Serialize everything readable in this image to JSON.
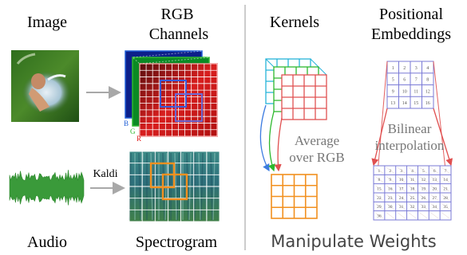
{
  "left": {
    "image_label": "Image",
    "rgb_label_line1": "RGB",
    "rgb_label_line2": "Channels",
    "audio_label": "Audio",
    "spectrogram_label": "Spectrogram",
    "kaldi_label": "Kaldi",
    "channel_b": "B",
    "channel_g": "G",
    "channel_r": "R"
  },
  "right": {
    "kernels_label": "Kernels",
    "pos_label_line1": "Positional",
    "pos_label_line2": "Embeddings",
    "average_line1": "Average",
    "average_line2": "over RGB",
    "bilinear_line1": "Bilinear",
    "bilinear_line2": "interpolation",
    "title": "Manipulate Weights"
  },
  "small_grid_numbers": [
    "1",
    "2",
    "3",
    "4",
    "5",
    "6",
    "7",
    "8",
    "9",
    "10",
    "11",
    "12",
    "13",
    "14",
    "15",
    "16"
  ],
  "large_grid_numbers": [
    "1",
    "2",
    "3",
    "4",
    "5",
    "6",
    "7",
    "8",
    "9",
    "10",
    "11",
    "12",
    "13",
    "14",
    "15",
    "16",
    "17",
    "18",
    "19",
    "20",
    "21",
    "22",
    "23",
    "24",
    "25",
    "26",
    "27",
    "28",
    "29",
    "30",
    "31",
    "32",
    "33",
    "34",
    "35",
    "36"
  ],
  "colors": {
    "blue": "#1f5fd6",
    "green": "#2eb82e",
    "red": "#e02020",
    "orange": "#f2901f",
    "cyan": "#26b3d9",
    "grid_purple": "#7a7ad6",
    "arrow_red": "#e05050",
    "arrow_gray": "#a8a8a8",
    "spectro_bg": "#2b6b7a",
    "waveform": "#3a9a3a"
  }
}
